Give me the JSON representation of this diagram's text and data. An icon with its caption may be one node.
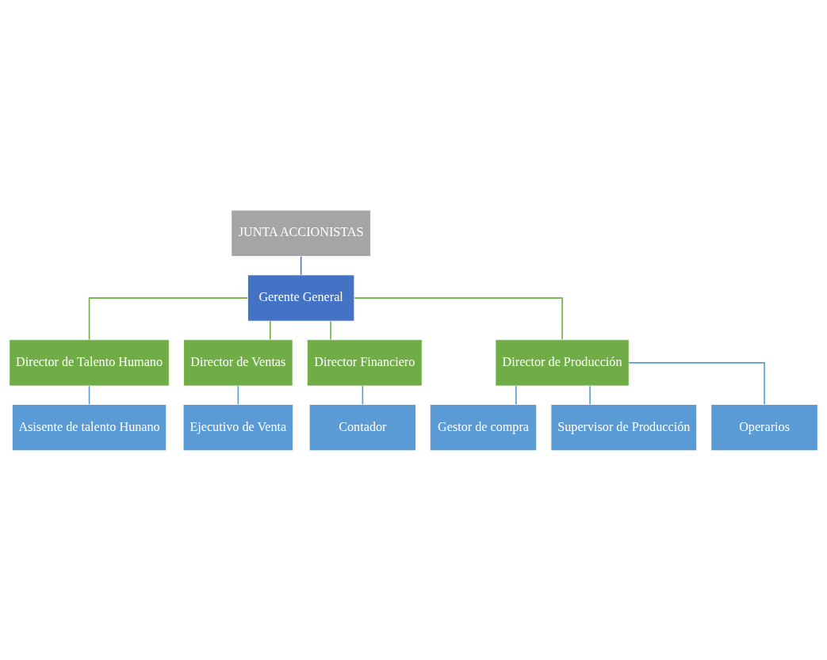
{
  "diagram": {
    "nodes": [
      {
        "text": [
          "JUNTA ACCIONISTAS"
        ]
      },
      {
        "text": [
          "Gerente General"
        ]
      },
      {
        "text": [
          "Director de Talento Humano"
        ]
      },
      {
        "text": [
          "Director de Ventas"
        ]
      },
      {
        "text": [
          "Director Financiero"
        ]
      },
      {
        "text": [
          "Director de Producción"
        ]
      },
      {
        "text": [
          "Asisente de talento Hunano"
        ]
      },
      {
        "text": [
          "Ejecutivo de Venta"
        ]
      },
      {
        "text": [
          "Contador"
        ]
      },
      {
        "text": [
          "Gestor de compra"
        ]
      },
      {
        "text": [
          "Supervisor de Producción"
        ]
      },
      {
        "text": [
          "Operarios"
        ]
      }
    ],
    "edges": [
      {
        "from": 0,
        "to": 1,
        "arrow": "none",
        "color": "#4472c4"
      },
      {
        "from": 1,
        "to": 2,
        "arrow": "none",
        "color": "#70ad47"
      },
      {
        "from": 1,
        "to": 3,
        "arrow": "none",
        "color": "#70ad47"
      },
      {
        "from": 1,
        "to": 4,
        "arrow": "none",
        "color": "#70ad47"
      },
      {
        "from": 1,
        "to": 5,
        "arrow": "none",
        "color": "#70ad47"
      },
      {
        "from": 2,
        "to": 6,
        "arrow": "none"
      },
      {
        "from": 3,
        "to": 7,
        "arrow": "none"
      },
      {
        "from": 4,
        "to": 8,
        "arrow": "none"
      },
      {
        "from": 5,
        "to": 9,
        "arrow": "none"
      },
      {
        "from": 5,
        "to": 10,
        "arrow": "none"
      },
      {
        "from": 5,
        "to": 11,
        "arrow": "none"
      }
    ]
  }
}
